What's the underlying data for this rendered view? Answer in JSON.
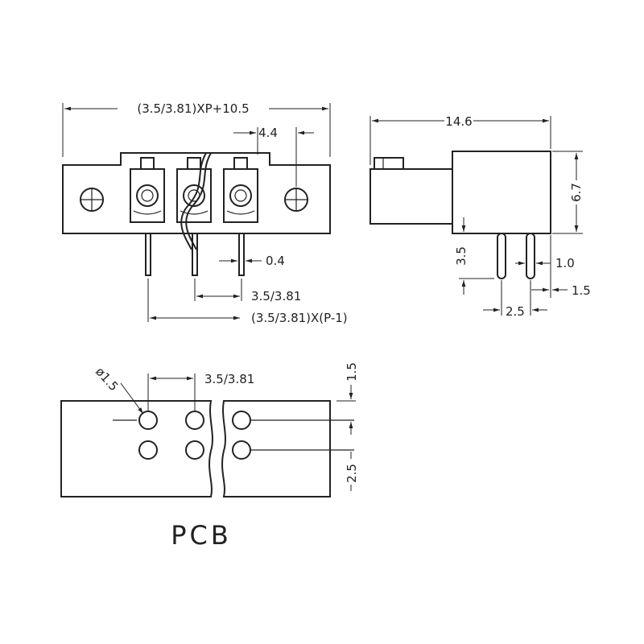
{
  "front_view": {
    "overall_width": "(3.5/3.81)XP+10.5",
    "screw_offset": "4.4",
    "pin_width": "0.4",
    "pitch": "3.5/3.81",
    "pin_span": "(3.5/3.81)X(P-1)"
  },
  "side_view": {
    "depth": "14.6",
    "height": "6.7",
    "pin_length": "3.5",
    "pin_spacing": "1.0",
    "pin_offset": "1.5",
    "row_spacing": "2.5"
  },
  "pcb_view": {
    "hole_diameter": "ø1.5",
    "pitch": "3.5/3.81",
    "edge_offset": "1.5",
    "row_spacing": "2.5",
    "title": "PCB"
  }
}
